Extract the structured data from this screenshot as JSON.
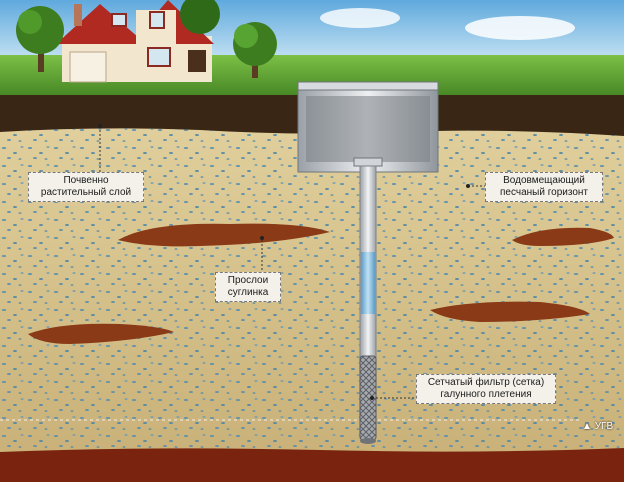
{
  "labels": {
    "soil_layer": {
      "line1": "Почвенно",
      "line2": "растительный слой"
    },
    "aquifer": {
      "line1": "Водовмещающий",
      "line2": "песчаный горизонт"
    },
    "loam_layer": {
      "line1": "Прослои",
      "line2": "суглинка"
    },
    "filter": {
      "line1": "Сетчатый фильтр (сетка)",
      "line2": "галунного плетения"
    },
    "groundwater_level": "УГВ"
  },
  "colors": {
    "sky": "#8fc6ea",
    "grass": "#4f9a2a",
    "topsoil": "#3a2614",
    "sand": "#d9c48f",
    "loam": "#8a3a16",
    "water_dots": "#5b8fb0",
    "bottom_clay": "#7a2410",
    "pipe": "#c9ced3",
    "water_in_pipe": "#7fb6d9",
    "filter_mesh": "#8d9096",
    "tank": "#b8bcc2"
  },
  "icons": [
    "house-icon",
    "tree-icon",
    "tank-icon",
    "pipe-icon",
    "mesh-filter-icon",
    "groundwater-marker-icon"
  ]
}
